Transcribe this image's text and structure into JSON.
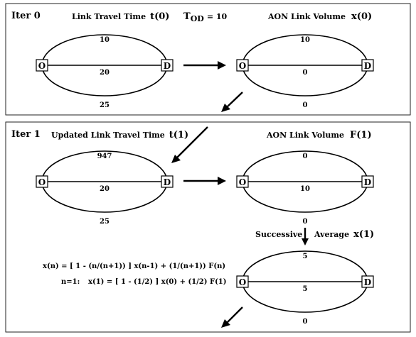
{
  "iter0": {
    "label": "Iter 0",
    "left_title": "Link Travel Time",
    "left_symbol": "t(0)",
    "tod_t": "T",
    "tod_sub": "OD",
    "tod_value": "= 10",
    "right_title": "AON Link Volume",
    "right_symbol": "x(0)",
    "left_network": {
      "top": "10",
      "middle": "20",
      "bottom": "25"
    },
    "right_network": {
      "top": "10",
      "middle": "0",
      "bottom": "0"
    }
  },
  "iter1": {
    "label": "Iter 1",
    "left_title": "Updated Link Travel Time",
    "left_symbol": "t(1)",
    "right_title": "AON Link Volume",
    "right_symbol": "F(1)",
    "left_network": {
      "top": "947",
      "middle": "20",
      "bottom": "25"
    },
    "right_network": {
      "top": "0",
      "middle": "10",
      "bottom": "0"
    },
    "successive_label": "Successive",
    "average_label": "Average",
    "average_symbol": "x(1)",
    "formula_general": "x(n) = [ 1 - (n/(n+1)) ] x(n-1) + (1/(n+1)) F(n)",
    "formula_n1_prefix": "n=1:",
    "formula_n1": "x(1) = [ 1 - (1/2) ] x(0) + (1/2) F(1)",
    "avg_network": {
      "top": "5",
      "middle": "5",
      "bottom": "0"
    }
  },
  "nodes": {
    "origin": "O",
    "destination": "D"
  }
}
